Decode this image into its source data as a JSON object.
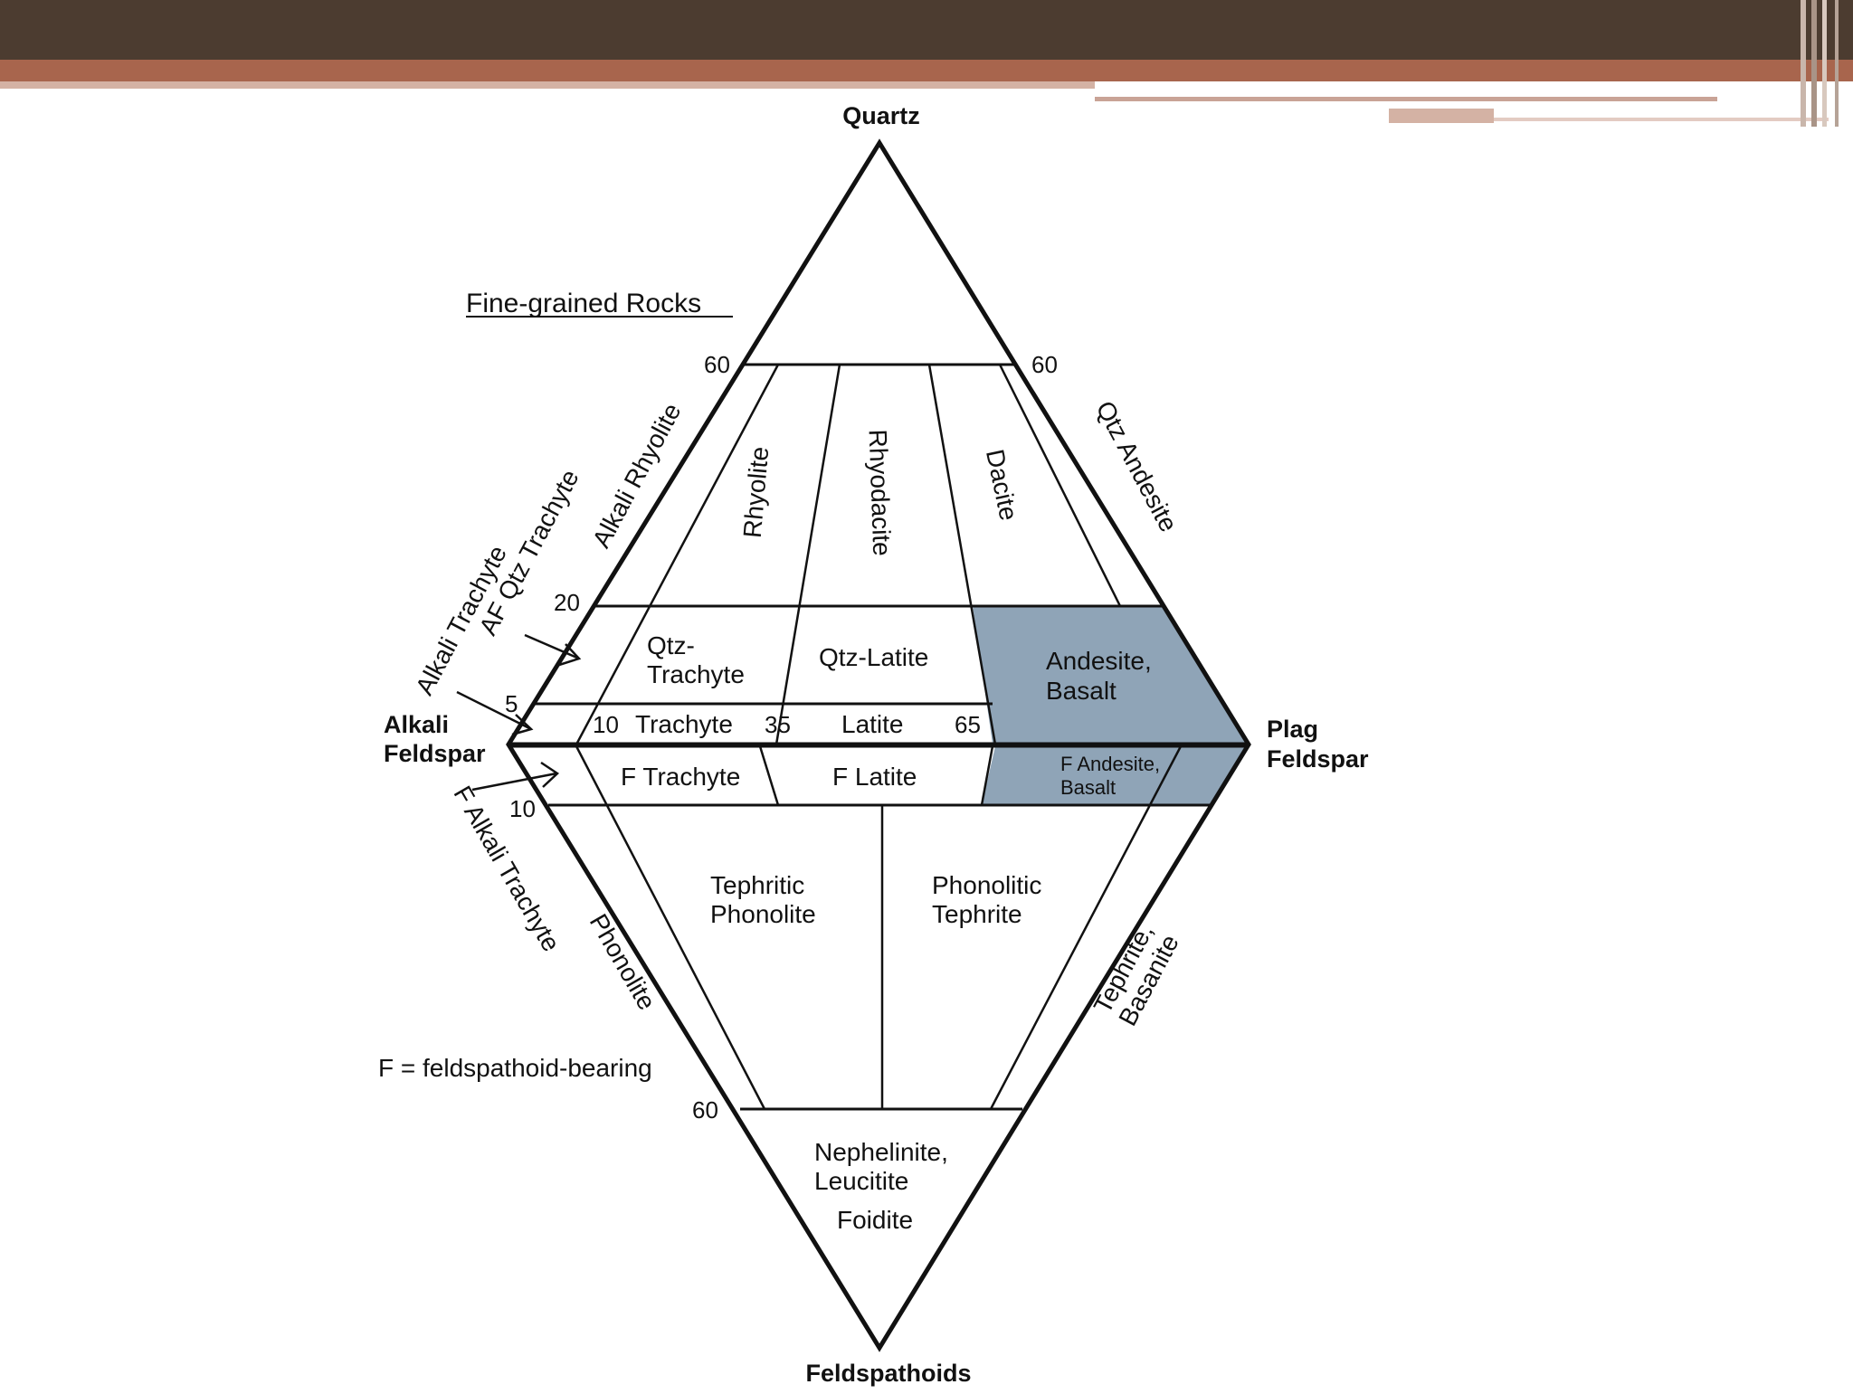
{
  "colors": {
    "header_dark": "#4c3c30",
    "header_accent": "#a8654d",
    "header_light": "#d4b2a4",
    "shaded_field": "#8fa4b7"
  },
  "diagram": {
    "title": "Fine-grained Rocks",
    "legend_note": "F = feldspathoid-bearing",
    "vertices": {
      "top": "Quartz",
      "left_line1": "Alkali",
      "left_line2": "Feldspar",
      "right_line1": "Plag",
      "right_line2": "Feldspar",
      "bottom": "Feldspathoids"
    },
    "ticks": {
      "q60_left": "60",
      "q60_right": "60",
      "q20": "20",
      "q5": "5",
      "p10": "10",
      "p35": "35",
      "p65": "65",
      "f10": "10",
      "f60": "60"
    },
    "fields": {
      "rhyolite": "Rhyolite",
      "rhyodacite": "Rhyodacite",
      "dacite": "Dacite",
      "alkali_rhyolite": "Alkali Rhyolite",
      "qtz_andesite": "Qtz Andesite",
      "qtz_trachyte_line1": "Qtz-",
      "qtz_trachyte_line2": "Trachyte",
      "qtz_latite": "Qtz-Latite",
      "andesite_basalt_line1": "Andesite,",
      "andesite_basalt_line2": "Basalt",
      "trachyte": "Trachyte",
      "latite": "Latite",
      "f_trachyte": "F Trachyte",
      "f_latite": "F Latite",
      "f_andesite_line1": "F Andesite,",
      "f_andesite_line2": "Basalt",
      "af_qtz_trachyte": "AF Qtz Trachyte",
      "alkali_trachyte": "Alkali Trachyte",
      "f_alkali_trachyte": "F Alkali Trachyte",
      "phonolite": "Phonolite",
      "tephritic_phonolite_line1": "Tephritic",
      "tephritic_phonolite_line2": "Phonolite",
      "phonolitic_tephrite_line1": "Phonolitic",
      "phonolitic_tephrite_line2": "Tephrite",
      "tephrite_basanite_line1": "Tephrite,",
      "tephrite_basanite_line2": "Basanite",
      "nephelinite_line1": "Nephelinite,",
      "nephelinite_line2": "Leucitite",
      "foidite": "Foidite"
    }
  }
}
